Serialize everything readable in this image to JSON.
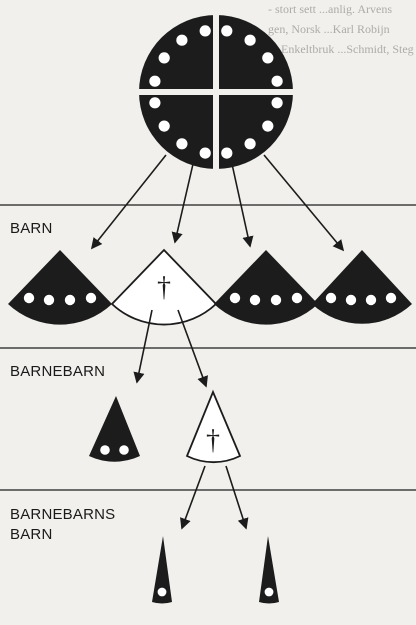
{
  "bleed_through": {
    "line1": "- stort sett ...anlig. Arvens",
    "line2": "gen, Norsk ...Karl Robijn",
    "line3": "es Enkeltbruk ...Schmidt, Steg"
  },
  "generations": {
    "barn": "BARN",
    "barnebarn": "BARNEBARN",
    "barnebarns_barn_line1": "BARNEBARNS",
    "barnebarns_barn_line2": "BARN"
  },
  "symbols": {
    "cross": "†"
  },
  "colors": {
    "ink": "#1c1c1c",
    "paper": "#f1f0ec",
    "dot": "#ffffff"
  },
  "estate": {
    "quarters": 4,
    "dots_per_quarter": 4
  },
  "heirs": [
    {
      "generation": "barn",
      "deceased": false,
      "dots": 4
    },
    {
      "generation": "barn",
      "deceased": true,
      "dots": 0
    },
    {
      "generation": "barn",
      "deceased": false,
      "dots": 4
    },
    {
      "generation": "barn",
      "deceased": false,
      "dots": 4
    },
    {
      "generation": "barnebarn",
      "deceased": false,
      "dots": 2
    },
    {
      "generation": "barnebarn",
      "deceased": true,
      "dots": 0
    },
    {
      "generation": "barnebarns_barn",
      "deceased": false,
      "dots": 1
    },
    {
      "generation": "barnebarns_barn",
      "deceased": false,
      "dots": 1
    }
  ]
}
